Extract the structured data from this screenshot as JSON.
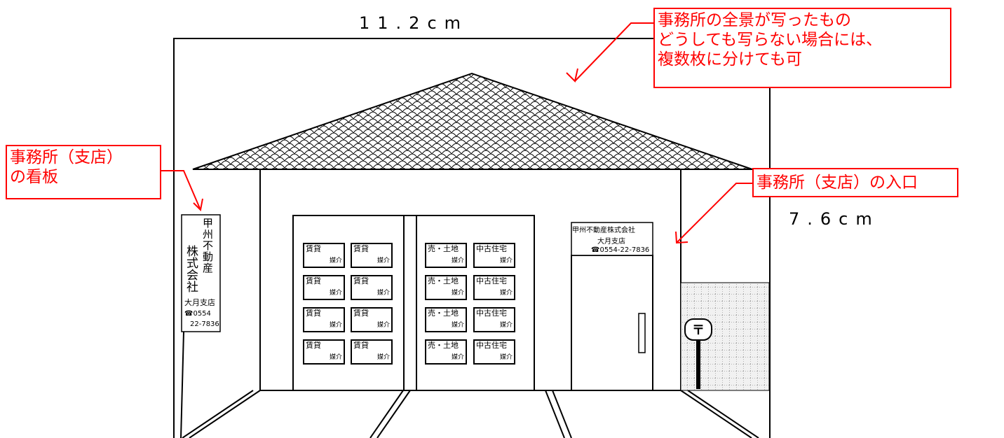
{
  "dimensions": {
    "width_label": "11.2cm",
    "height_label": "7.6cm"
  },
  "callouts": {
    "overview": [
      "事務所の全景が写ったもの",
      "どうしても写らない場合には、",
      "複数枚に分けても可"
    ],
    "sign": [
      "事務所（支店）",
      "の看板"
    ],
    "entrance": "事務所（支店）の入口"
  },
  "sign_board": {
    "col_right": "甲州不動産",
    "col_left": "株式会社",
    "branch": "大月支店",
    "phone_1": "☎0554",
    "phone_2": "22-7836"
  },
  "door_sign": {
    "company": "甲州不動産株式会社",
    "branch": "大月支店",
    "phone": "☎0554-22-7836"
  },
  "listing_cards": {
    "left_panel": {
      "title": "賃貸",
      "sub": "媒介"
    },
    "right_panel_a": {
      "title": "売・土地",
      "sub": "媒介"
    },
    "right_panel_b": {
      "title": "中古住宅",
      "sub": "媒介"
    }
  },
  "mailbox_symbol": "〒"
}
